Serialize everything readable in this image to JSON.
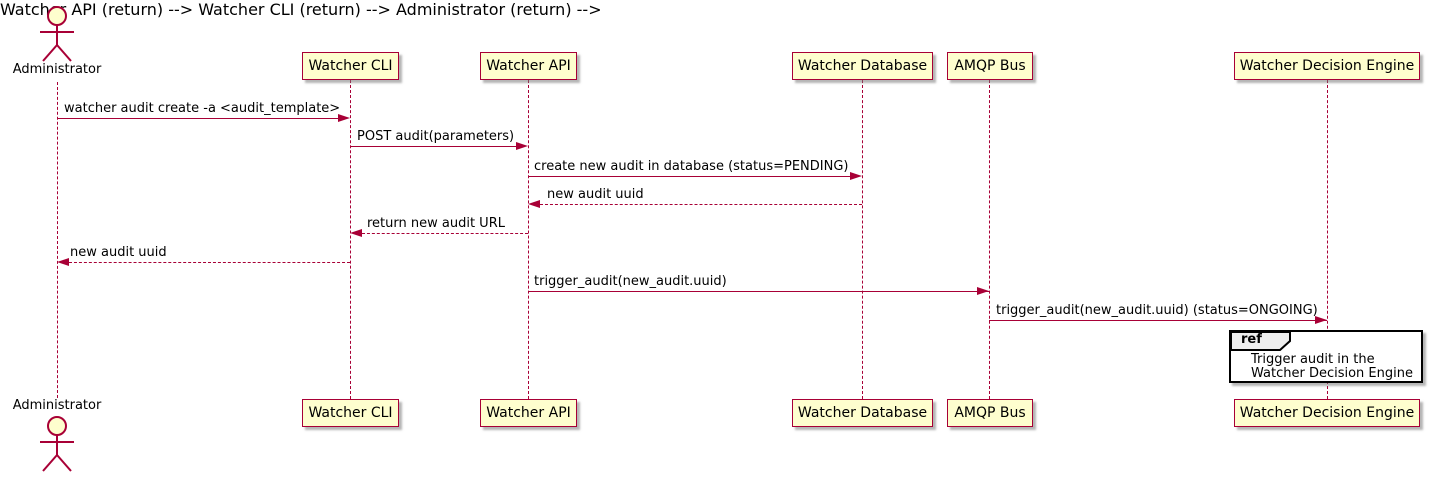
{
  "diagram": {
    "kind": "uml-sequence-diagram",
    "colors": {
      "participant_fill": "#FEFECE",
      "stroke": "#A80036",
      "text": "#000000",
      "ref_fill": "#FFFFFF",
      "ref_tab_fill": "#EEEEEE",
      "ref_border": "#000000",
      "background": "#FFFFFF"
    },
    "actor": {
      "label": "Administrator"
    },
    "participants": [
      {
        "label": "Watcher CLI"
      },
      {
        "label": "Watcher API"
      },
      {
        "label": "Watcher Database"
      },
      {
        "label": "AMQP Bus"
      },
      {
        "label": "Watcher Decision Engine"
      }
    ],
    "messages": [
      {
        "label": "watcher audit create -a <audit_template>",
        "from": "Administrator",
        "to": "Watcher CLI",
        "style": "solid"
      },
      {
        "label": "POST audit(parameters)",
        "from": "Watcher CLI",
        "to": "Watcher API",
        "style": "solid"
      },
      {
        "label": "create new audit in database (status=PENDING)",
        "from": "Watcher API",
        "to": "Watcher Database",
        "style": "solid"
      },
      {
        "label": "new audit uuid",
        "from": "Watcher Database",
        "to": "Watcher API",
        "style": "dashed"
      },
      {
        "label": "return new audit URL",
        "from": "Watcher API",
        "to": "Watcher CLI",
        "style": "dashed"
      },
      {
        "label": "new audit uuid",
        "from": "Watcher CLI",
        "to": "Administrator",
        "style": "dashed"
      },
      {
        "label": "trigger_audit(new_audit.uuid)",
        "from": "Watcher API",
        "to": "AMQP Bus",
        "style": "solid"
      },
      {
        "label": "trigger_audit(new_audit.uuid) (status=ONGOING)",
        "from": "AMQP Bus",
        "to": "Watcher Decision Engine",
        "style": "solid"
      }
    ],
    "ref": {
      "keyword": "ref",
      "line1": "Trigger audit in the",
      "line2": "Watcher Decision Engine"
    }
  }
}
